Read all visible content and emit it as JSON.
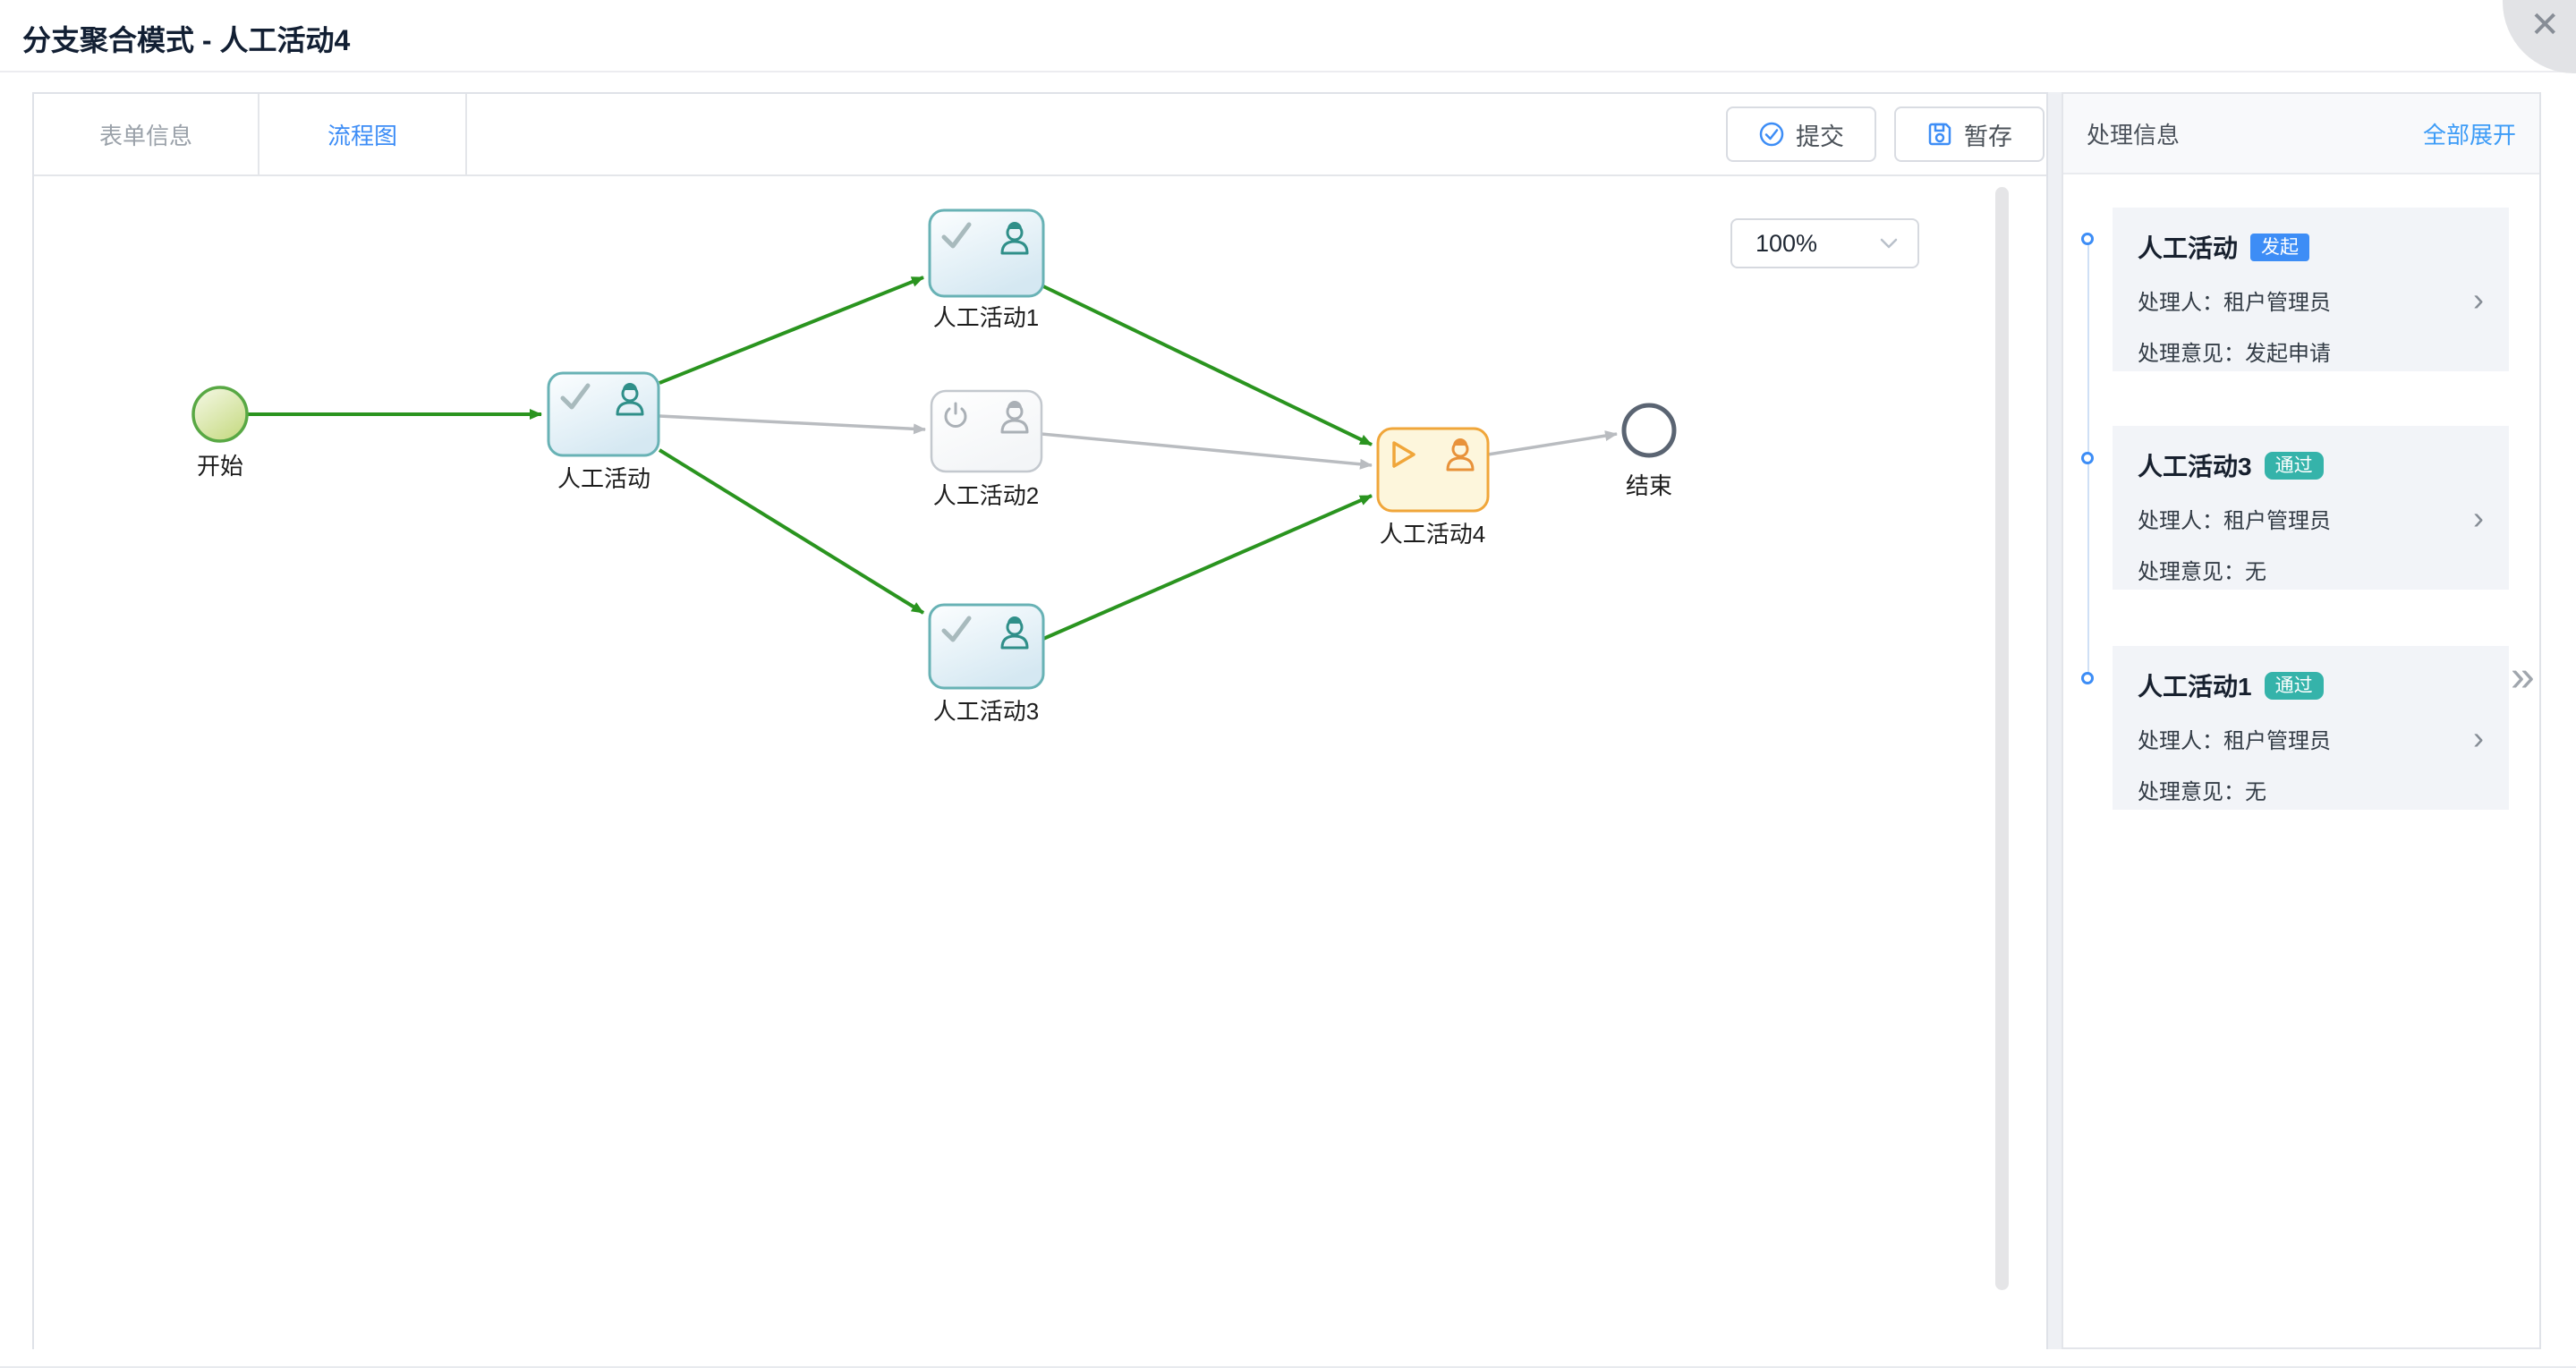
{
  "header": {
    "title": "分支聚合模式 - 人工活动4",
    "close_icon": "✕"
  },
  "tabs": [
    {
      "label": "表单信息",
      "active": false
    },
    {
      "label": "流程图",
      "active": true
    }
  ],
  "toolbar": {
    "submit_label": "提交",
    "draft_label": "暂存"
  },
  "canvas": {
    "zoom_value": "100%"
  },
  "flow": {
    "nodes": [
      {
        "id": "start",
        "label": "开始",
        "type": "start-event",
        "status": "passed"
      },
      {
        "id": "act",
        "label": "人工活动",
        "type": "user-task",
        "status": "passed"
      },
      {
        "id": "act1",
        "label": "人工活动1",
        "type": "user-task",
        "status": "passed"
      },
      {
        "id": "act2",
        "label": "人工活动2",
        "type": "user-task",
        "status": "not-run"
      },
      {
        "id": "act3",
        "label": "人工活动3",
        "type": "user-task",
        "status": "passed"
      },
      {
        "id": "act4",
        "label": "人工活动4",
        "type": "user-task",
        "status": "current"
      },
      {
        "id": "end",
        "label": "结束",
        "type": "end-event",
        "status": "pending"
      }
    ],
    "edges": [
      {
        "from": "start",
        "to": "act",
        "status": "passed"
      },
      {
        "from": "act",
        "to": "act1",
        "status": "passed"
      },
      {
        "from": "act",
        "to": "act2",
        "status": "not-run"
      },
      {
        "from": "act",
        "to": "act3",
        "status": "passed"
      },
      {
        "from": "act1",
        "to": "act4",
        "status": "passed"
      },
      {
        "from": "act2",
        "to": "act4",
        "status": "not-run"
      },
      {
        "from": "act3",
        "to": "act4",
        "status": "passed"
      },
      {
        "from": "act4",
        "to": "end",
        "status": "not-run"
      }
    ],
    "colors": {
      "edge_passed": "#2a941f",
      "edge_not_run": "#b9bcc0",
      "task_passed_border": "#68b2b5",
      "task_current_border": "#f0a63a",
      "task_not_run_border": "#c3c8ce",
      "start_border": "#58a844",
      "end_border": "#5a6472"
    }
  },
  "panel": {
    "title": "处理信息",
    "expand_all_label": "全部展开",
    "collapse_icon": "»",
    "entries": [
      {
        "title": "人工活动",
        "badge": "发起",
        "badge_color": "#3d8df6",
        "handler_label": "处理人：",
        "handler": "租户管理员",
        "opinion_label": "处理意见：",
        "opinion": "发起申请"
      },
      {
        "title": "人工活动3",
        "badge": "通过",
        "badge_color": "#35b3aa",
        "handler_label": "处理人：",
        "handler": "租户管理员",
        "opinion_label": "处理意见：",
        "opinion": "无"
      },
      {
        "title": "人工活动1",
        "badge": "通过",
        "badge_color": "#35b3aa",
        "handler_label": "处理人：",
        "handler": "租户管理员",
        "opinion_label": "处理意见：",
        "opinion": "无"
      }
    ]
  }
}
